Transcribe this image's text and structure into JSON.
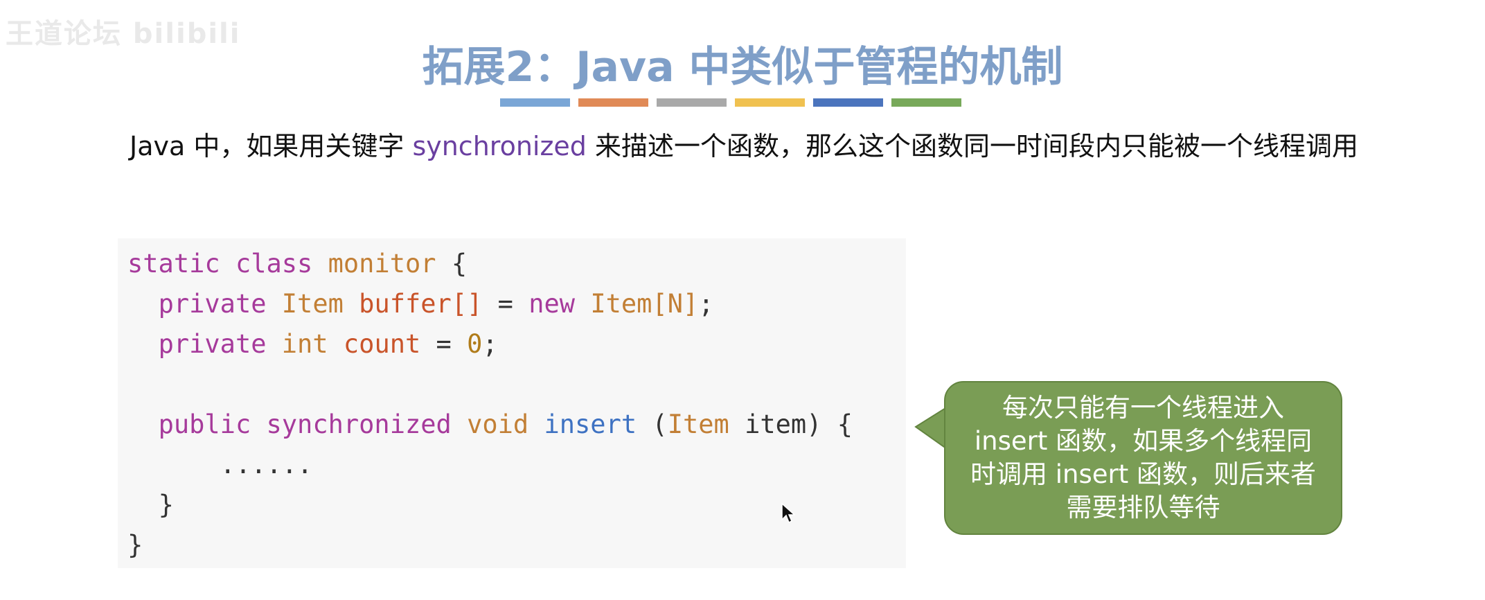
{
  "watermark": "王道论坛 bilibili",
  "title": "拓展2：Java 中类似于管程的机制",
  "title_bar_colors": [
    "#7aa6d6",
    "#e08a57",
    "#a9a9a9",
    "#f0c150",
    "#4b74bd",
    "#78a95a"
  ],
  "description": {
    "before": "Java 中，如果用关键字 ",
    "keyword": "synchronized",
    "after": " 来描述一个函数，那么这个函数同一时间段内只能被一个线程调用"
  },
  "code": {
    "line1": {
      "static": "static",
      "class": "class",
      "name": "monitor",
      "brace": " {"
    },
    "line2": {
      "private": "private",
      "type": "Item",
      "var": "buffer[]",
      "eq": " = ",
      "new": "new",
      "arr": "Item[N]",
      "semi": ";"
    },
    "line3": {
      "private": "private",
      "type": "int",
      "var": "count",
      "eq": " = ",
      "num": "0",
      "semi": ";"
    },
    "line5": {
      "public": "public",
      "sync": "synchronized",
      "void": "void",
      "fn": "insert",
      "open": " (",
      "ptype": "Item",
      "param": " item) {"
    },
    "line6": "......",
    "line7": "}",
    "line8": "}"
  },
  "bubble_text": "每次只能有一个线程进入 insert 函数，如果多个线程同时调用 insert 函数，则后来者需要排队等待",
  "colors": {
    "title": "#7f9fc8",
    "keyword": "#6a3fa0",
    "bubble": "#7a9d55",
    "code_bg": "#f7f7f7"
  }
}
